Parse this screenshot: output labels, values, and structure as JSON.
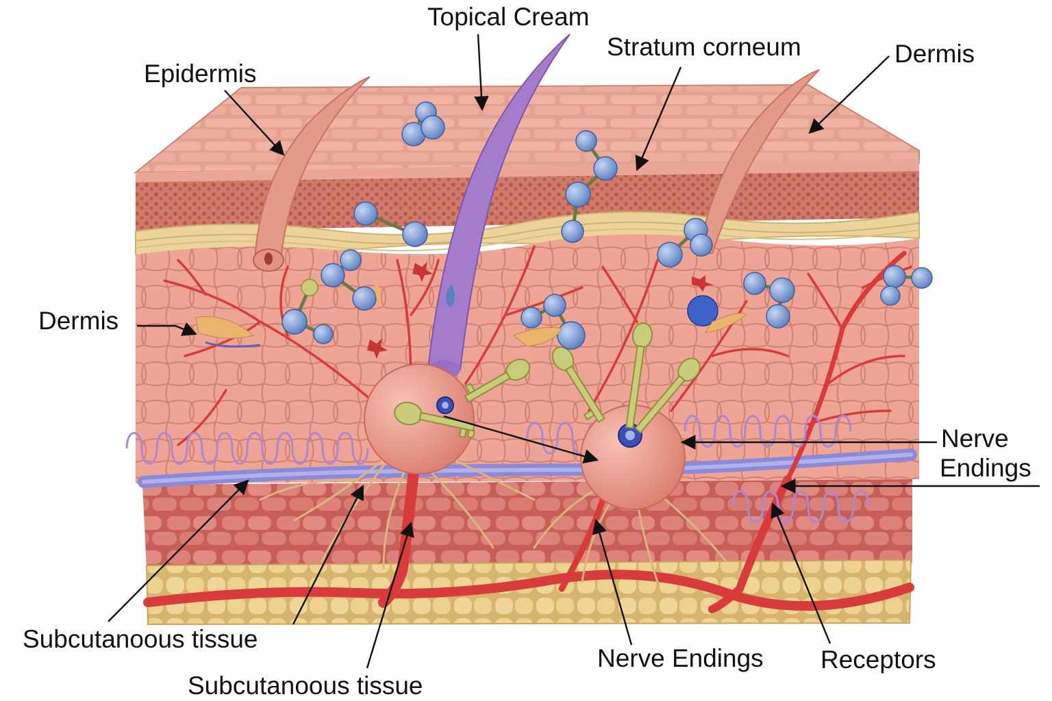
{
  "colors": {
    "top_surface": "#e9a998",
    "top_cell_edge": "#c97f6f",
    "granular_layer": "#cf7a6a",
    "granular_dot": "#b45848",
    "yellow_band": "#ecd39a",
    "dermis_fill": "#eca193",
    "dermis_cell_edge": "#c97a6c",
    "muscle_fill": "#d97b72",
    "fat_fill": "#e7cd8c",
    "vessel_red": "#d83b3b",
    "vein_blue": "#8c8ad6",
    "coil_purple": "#a98ad0",
    "hair_purple": "#a57ccc",
    "molecule_blue": "#6f92cf",
    "key_green": "#c9cc78",
    "nerve_tan": "#d8b77e",
    "receptor_ball": "#ec9c8e",
    "label_text": "#111111"
  },
  "icons": [
    "molecule-icon",
    "key-icon",
    "hair-follicle-icon",
    "receptor-icon"
  ],
  "labels": {
    "topical_cream": "Topical Cream",
    "stratum_corneum": "Stratum corneum",
    "dermis_top": "Dermis",
    "epidermis": "Epidermis",
    "dermis_left": "Dermis",
    "nerve_endings_right_line1": "Nerve",
    "nerve_endings_right_line2": "Endings",
    "subcutaneous_left": "Subcutanoous tissue",
    "subcutaneous_bottom": "Subcutanoous tissue",
    "nerve_endings_bottom": "Nerve Endings",
    "receptors": "Receptors"
  }
}
